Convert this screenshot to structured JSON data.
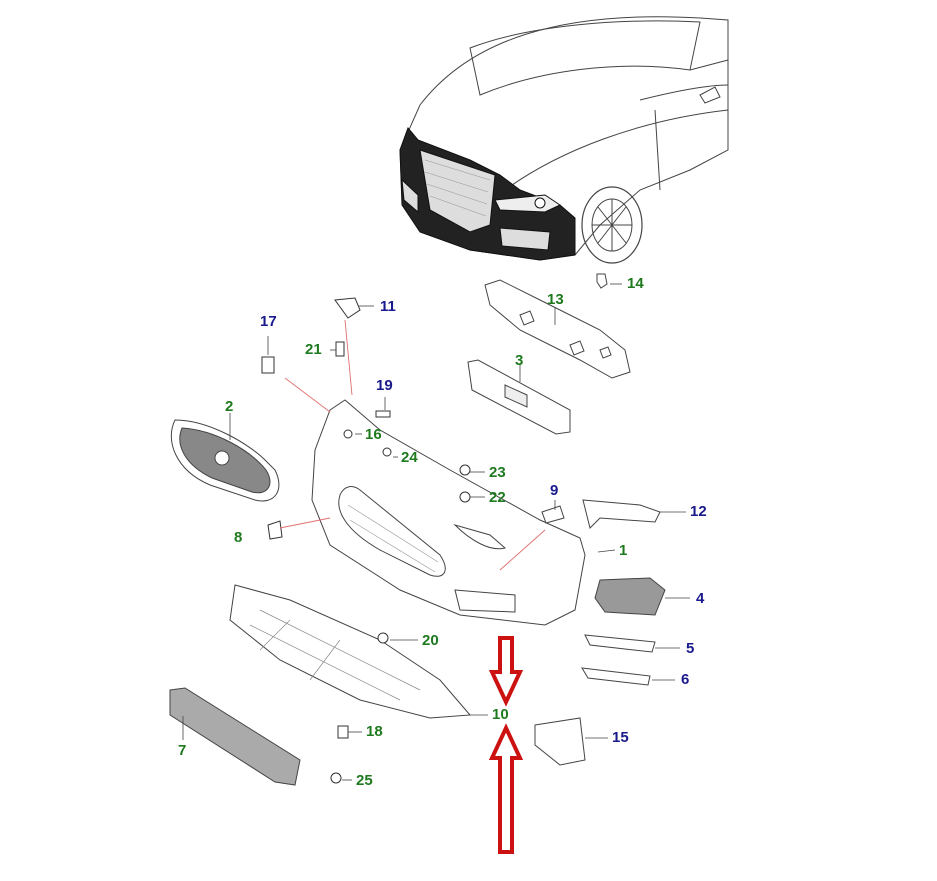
{
  "diagram": {
    "callouts": [
      {
        "id": "1",
        "color": "green"
      },
      {
        "id": "2",
        "color": "green"
      },
      {
        "id": "3",
        "color": "green"
      },
      {
        "id": "4",
        "color": "blue"
      },
      {
        "id": "5",
        "color": "blue"
      },
      {
        "id": "6",
        "color": "blue"
      },
      {
        "id": "7",
        "color": "green"
      },
      {
        "id": "8",
        "color": "green"
      },
      {
        "id": "9",
        "color": "blue"
      },
      {
        "id": "10",
        "color": "green"
      },
      {
        "id": "11",
        "color": "blue"
      },
      {
        "id": "12",
        "color": "blue"
      },
      {
        "id": "13",
        "color": "green"
      },
      {
        "id": "14",
        "color": "green"
      },
      {
        "id": "15",
        "color": "blue"
      },
      {
        "id": "16",
        "color": "green"
      },
      {
        "id": "17",
        "color": "blue"
      },
      {
        "id": "18",
        "color": "green"
      },
      {
        "id": "19",
        "color": "blue"
      },
      {
        "id": "20",
        "color": "green"
      },
      {
        "id": "21",
        "color": "green"
      },
      {
        "id": "22",
        "color": "green"
      },
      {
        "id": "23",
        "color": "green"
      },
      {
        "id": "24",
        "color": "green"
      },
      {
        "id": "25",
        "color": "green"
      }
    ],
    "colors": {
      "line": "#444444",
      "fill": "#ffffff",
      "panel": "#222222",
      "callout_green": "#1f7a1f",
      "callout_blue": "#1a1a8c",
      "arrow": "#cc1111",
      "leader_red": "#e07070"
    }
  }
}
